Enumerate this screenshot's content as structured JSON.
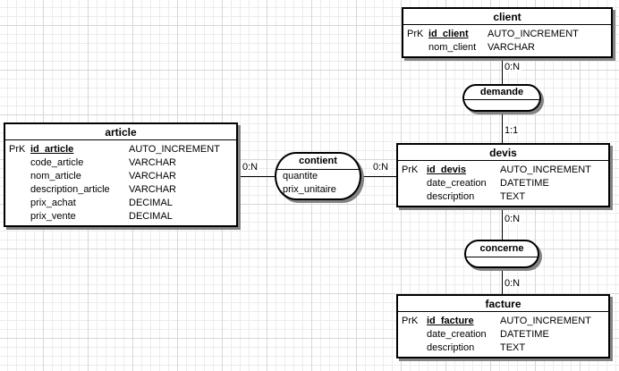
{
  "entities": {
    "client": {
      "title": "client",
      "rows": [
        {
          "k": "PrK",
          "n": "id_client",
          "t": "AUTO_INCREMENT"
        },
        {
          "k": "",
          "n": "nom_client",
          "t": "VARCHAR"
        }
      ]
    },
    "article": {
      "title": "article",
      "rows": [
        {
          "k": "PrK",
          "n": "id_article",
          "t": "AUTO_INCREMENT"
        },
        {
          "k": "",
          "n": "code_article",
          "t": "VARCHAR"
        },
        {
          "k": "",
          "n": "nom_article",
          "t": "VARCHAR"
        },
        {
          "k": "",
          "n": "description_article",
          "t": "VARCHAR"
        },
        {
          "k": "",
          "n": "prix_achat",
          "t": "DECIMAL"
        },
        {
          "k": "",
          "n": "prix_vente",
          "t": "DECIMAL"
        }
      ]
    },
    "devis": {
      "title": "devis",
      "rows": [
        {
          "k": "PrK",
          "n": "id_devis",
          "t": "AUTO_INCREMENT"
        },
        {
          "k": "",
          "n": "date_creation",
          "t": "DATETIME"
        },
        {
          "k": "",
          "n": "description",
          "t": "TEXT"
        }
      ]
    },
    "facture": {
      "title": "facture",
      "rows": [
        {
          "k": "PrK",
          "n": "id_facture",
          "t": "AUTO_INCREMENT"
        },
        {
          "k": "",
          "n": "date_creation",
          "t": "DATETIME"
        },
        {
          "k": "",
          "n": "description",
          "t": "TEXT"
        }
      ]
    }
  },
  "relations": {
    "demande": {
      "title": "demande"
    },
    "contient": {
      "title": "contient",
      "attributes": [
        "quantite",
        "prix_unitaire"
      ]
    },
    "concerne": {
      "title": "concerne"
    }
  },
  "cardinalities": {
    "client_demande": "0:N",
    "demande_devis": "1:1",
    "article_contient": "0:N",
    "contient_devis": "0:N",
    "devis_concerne": "0:N",
    "concerne_facture": "0:N"
  },
  "colors": {
    "border": "#000000",
    "shadow": "#848484",
    "background": "#ffffff",
    "grid_minor": "#ececec",
    "grid_major": "#d7d7d7"
  }
}
